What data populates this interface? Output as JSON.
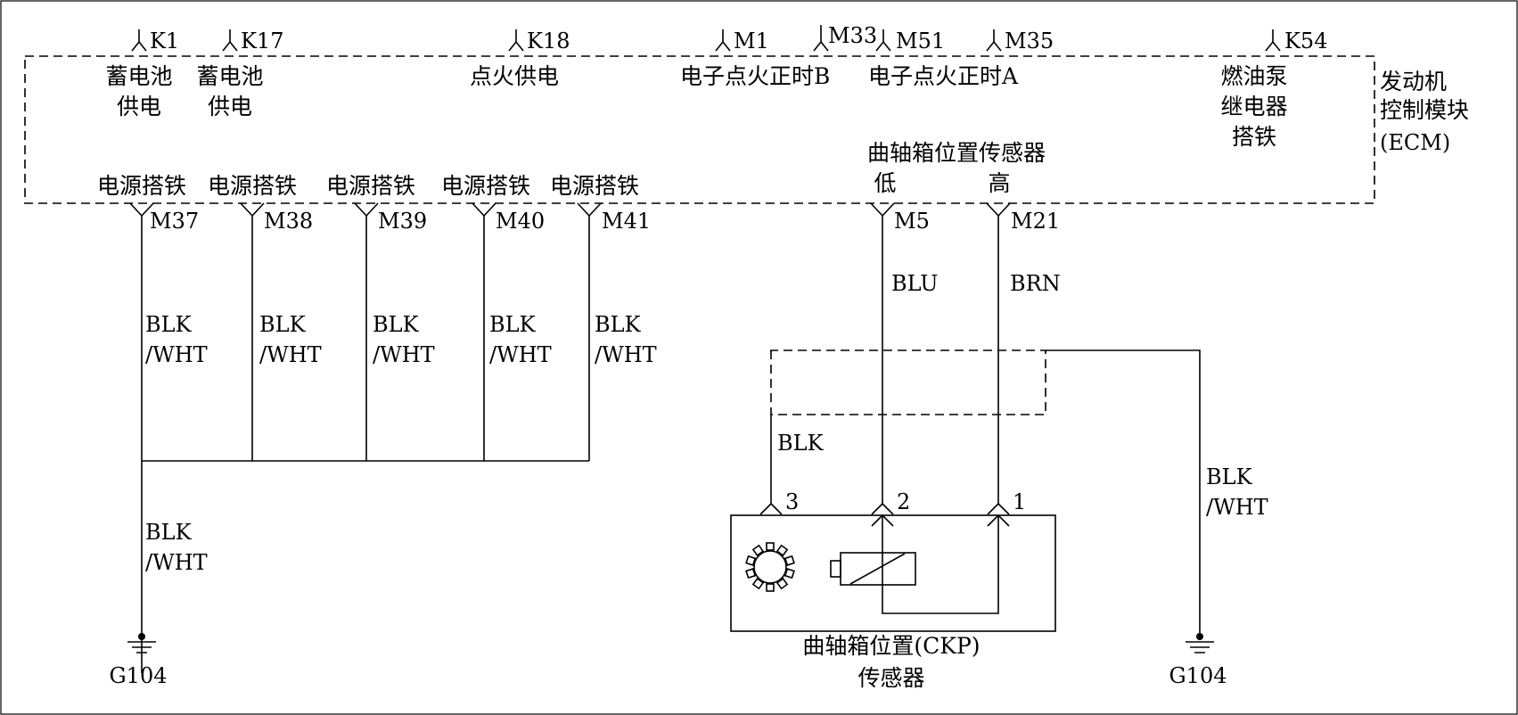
{
  "ecm": {
    "title_lines": [
      "发动机",
      "控制模块",
      "(ECM)"
    ],
    "top_pins": [
      {
        "pin": "K1",
        "label_lines": [
          "蓄电池",
          "供电"
        ]
      },
      {
        "pin": "K17",
        "label_lines": [
          "蓄电池",
          "供电"
        ]
      },
      {
        "pin": "K18",
        "label_lines": [
          "点火供电"
        ]
      },
      {
        "pin": "M1",
        "label_lines": [
          "电子点火正时B"
        ]
      },
      {
        "pin": "M33",
        "label_lines": []
      },
      {
        "pin": "M51",
        "label_lines": [
          "电子点火正时A"
        ]
      },
      {
        "pin": "M35",
        "label_lines": []
      },
      {
        "pin": "K54",
        "label_lines": [
          "燃油泵",
          "继电器",
          "搭铁"
        ]
      }
    ],
    "ground_pins": [
      {
        "pin": "M37",
        "label": "电源搭铁",
        "wire": [
          "BLK",
          "/WHT"
        ]
      },
      {
        "pin": "M38",
        "label": "电源搭铁",
        "wire": [
          "BLK",
          "/WHT"
        ]
      },
      {
        "pin": "M39",
        "label": "电源搭铁",
        "wire": [
          "BLK",
          "/WHT"
        ]
      },
      {
        "pin": "M40",
        "label": "电源搭铁",
        "wire": [
          "BLK",
          "/WHT"
        ]
      },
      {
        "pin": "M41",
        "label": "电源搭铁",
        "wire": [
          "BLK",
          "/WHT"
        ]
      }
    ],
    "sensor_group_label": "曲轴箱位置传感器",
    "sensor_pins": [
      {
        "pin": "M5",
        "level": "低",
        "wire": "BLU"
      },
      {
        "pin": "M21",
        "level": "高",
        "wire": "BRN"
      }
    ]
  },
  "ground_wire": [
    "BLK",
    "/WHT"
  ],
  "ground_label": "G104",
  "shield_wire": "BLK",
  "shield_ground_wire": [
    "BLK",
    "/WHT"
  ],
  "sensor": {
    "name_lines": [
      "曲轴箱位置(CKP)",
      "传感器"
    ],
    "pins": [
      "3",
      "2",
      "1"
    ]
  }
}
